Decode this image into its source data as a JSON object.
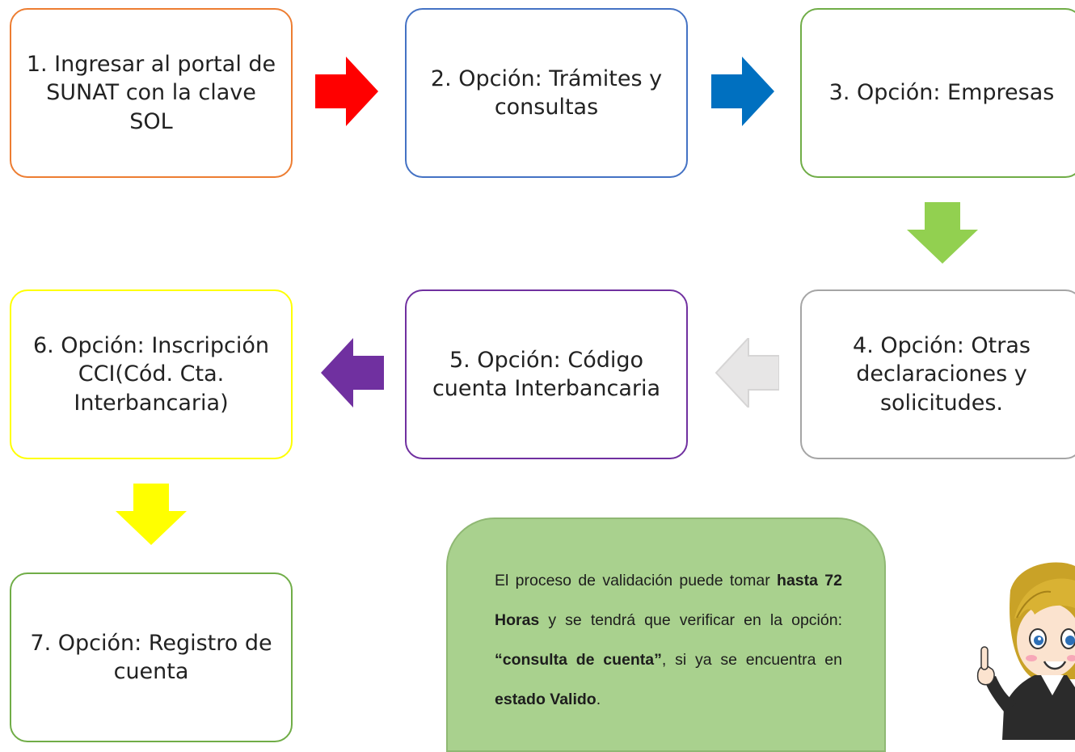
{
  "steps": [
    {
      "label": "1. Ingresar al portal de SUNAT con la clave SOL",
      "border": "#ed7d31"
    },
    {
      "label": "2. Opción: Trámites y consultas",
      "border": "#4472c4"
    },
    {
      "label": "3. Opción: Empresas",
      "border": "#70ad47"
    },
    {
      "label": "4. Opción: Otras declaraciones y solicitudes.",
      "border": "#a5a5a5"
    },
    {
      "label": "5. Opción: Código cuenta Interbancaria",
      "border": "#7030a0"
    },
    {
      "label": "6. Opción: Inscripción CCI(Cód. Cta. Interbancaria)",
      "border": "#ffff00"
    },
    {
      "label": "7. Opción: Registro de cuenta",
      "border": "#70ad47"
    }
  ],
  "arrows": {
    "a1": "#ff0000",
    "a2": "#0070c0",
    "a3": "#92d050",
    "a4": "#e7e6e6",
    "a5": "#7030a0",
    "a6": "#ffff00"
  },
  "note": {
    "t1": "El proceso de validación puede tomar ",
    "b1": "hasta 72 Horas",
    "t2": " y se tendrá que verificar en la opción: ",
    "b2": "“consulta de cuenta”",
    "t3": ", si ya se encuentra en ",
    "b3": "estado Valido",
    "t4": ".",
    "fill": "#a9d18e"
  },
  "illustration": "cartoon-woman-pointing"
}
